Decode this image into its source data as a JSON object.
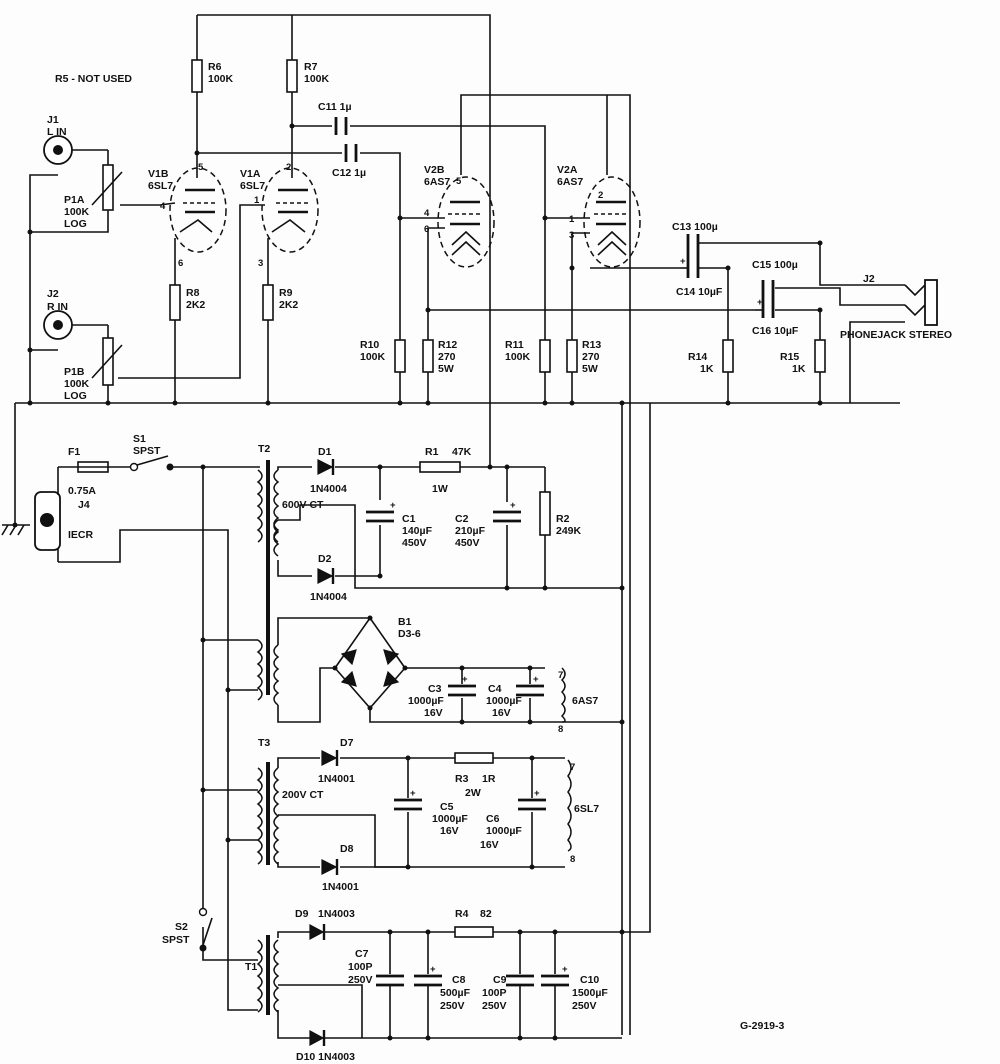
{
  "labels": {
    "note": "R5 - NOT USED",
    "R6": "R6",
    "R6_val": "100K",
    "R7": "R7",
    "R7_val": "100K",
    "C11": "C11 1µ",
    "C12": "C12 1µ",
    "J1": "J1",
    "J1_in": "L IN",
    "V1B": "V1B",
    "V1B_type": "6SL7",
    "V1A": "V1A",
    "V1A_type": "6SL7",
    "P1A": "P1A",
    "P1A_val": "100K",
    "P1A_taper": "LOG",
    "V2B": "V2B",
    "V2B_type": "6AS7",
    "V2A": "V2A",
    "V2A_type": "6AS7",
    "C13": "C13 100µ",
    "C14": "C14 10µF",
    "C15": "C15 100µ",
    "C16": "C16 10µF",
    "J2_jack": "J2",
    "phonejack": "PHONEJACK STEREO",
    "J2": "J2",
    "J2_in": "R IN",
    "R8": "R8",
    "R8_val": "2K2",
    "R9": "R9",
    "R9_val": "2K2",
    "P1B": "P1B",
    "P1B_val": "100K",
    "P1B_taper": "LOG",
    "R10": "R10",
    "R10_val": "100K",
    "R12": "R12",
    "R12_val": "270",
    "R12_w": "5W",
    "R11": "R11",
    "R11_val": "100K",
    "R13": "R13",
    "R13_val": "270",
    "R13_w": "5W",
    "R14": "R14",
    "R14_val": "1K",
    "R15": "R15",
    "R15_val": "1K",
    "F1": "F1",
    "F1_val": "0.75A",
    "J4": "J4",
    "iecr": "IECR",
    "S1": "S1",
    "S1_type": "SPST",
    "T2": "T2",
    "T2_sec": "600V CT",
    "D1": "D1",
    "D1_part": "1N4004",
    "R1": "R1",
    "R1_val": "47K",
    "R1_w": "1W",
    "C1": "C1",
    "C1_val": "140µF",
    "C1_v": "450V",
    "C2": "C2",
    "C2_val": "210µF",
    "C2_v": "450V",
    "R2": "R2",
    "R2_val": "249K",
    "D2": "D2",
    "D2_part": "1N4004",
    "B1": "B1",
    "B1_part": "D3-6",
    "C3": "C3",
    "C3_val": "1000µF",
    "C3_v": "16V",
    "C4": "C4",
    "C4_val": "1000µF",
    "C4_v": "16V",
    "heater_6AS7": "6AS7",
    "pin7": "7",
    "pin8": "8",
    "T3": "T3",
    "T3_sec": "200V CT",
    "D7": "D7",
    "D7_part": "1N4001",
    "R3": "R3",
    "R3_val": "1R",
    "R3_w": "2W",
    "C5": "C5",
    "C5_val": "1000µF",
    "C5_v": "16V",
    "C6": "C6",
    "C6_val": "1000µF",
    "C6_v": "16V",
    "heater_6SL7": "6SL7",
    "D8": "D8",
    "D8_part": "1N4001",
    "S2": "S2",
    "S2_type": "SPST",
    "T1": "T1",
    "D9": "D9",
    "D9_part": "1N4003",
    "R4": "R4",
    "R4_val": "82",
    "C7": "C7",
    "C7_val": "100P",
    "C7_v": "250V",
    "C8": "C8",
    "C8_val": "500µF",
    "C8_v": "250V",
    "C9": "C9",
    "C9_val": "100P",
    "C9_v": "250V",
    "C10": "C10",
    "C10_val": "1500µF",
    "C10_v": "250V",
    "D10": "D10 1N4003",
    "drawing": "G-2919-3"
  },
  "pins": {
    "v1b_plate": "5",
    "v1b_grid": "4",
    "v1b_cath": "6",
    "v1a_plate": "2",
    "v1a_grid": "1",
    "v1a_cath": "3",
    "v2b_plate": "5",
    "v2b_grid": "4",
    "v2b_cath": "6",
    "v2a_plate": "2",
    "v2a_grid": "1",
    "v2a_cath": "3"
  }
}
